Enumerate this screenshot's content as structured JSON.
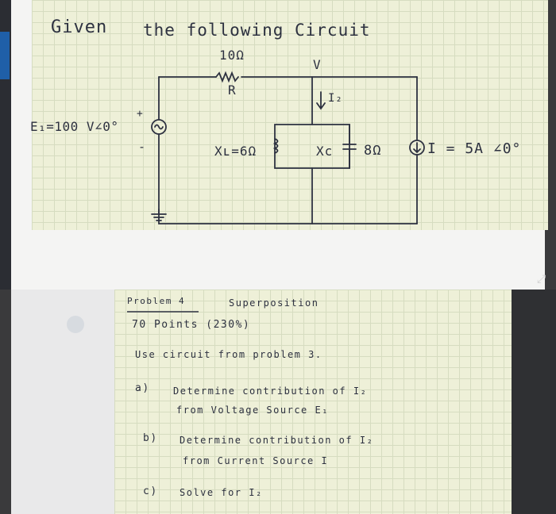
{
  "top": {
    "title_given": "Given",
    "title_rest": "the following Circuit",
    "resistor_value": "10Ω",
    "resistor_label": "R",
    "v_label": "V",
    "current_label": "I₂",
    "source_plus": "+",
    "source_minus": "-",
    "source_label": "E₁=100 V∠0°",
    "xl_label": "Xʟ=6Ω",
    "xc_label": "Xc",
    "cap_value": "8Ω",
    "current_source_label": "I = 5A ∠0°"
  },
  "problem": {
    "heading": "Problem 4",
    "topic": "Superposition",
    "points": "70 Points (230%)",
    "use": "Use circuit from problem 3.",
    "a_letter": "a)",
    "a_line1": "Determine contribution of I₂",
    "a_line2": "from Voltage Source E₁",
    "b_letter": "b)",
    "b_line1": "Determine contribution of I₂",
    "b_line2": "from Current Source I",
    "c_letter": "c)",
    "c_line": "Solve for I₂"
  }
}
